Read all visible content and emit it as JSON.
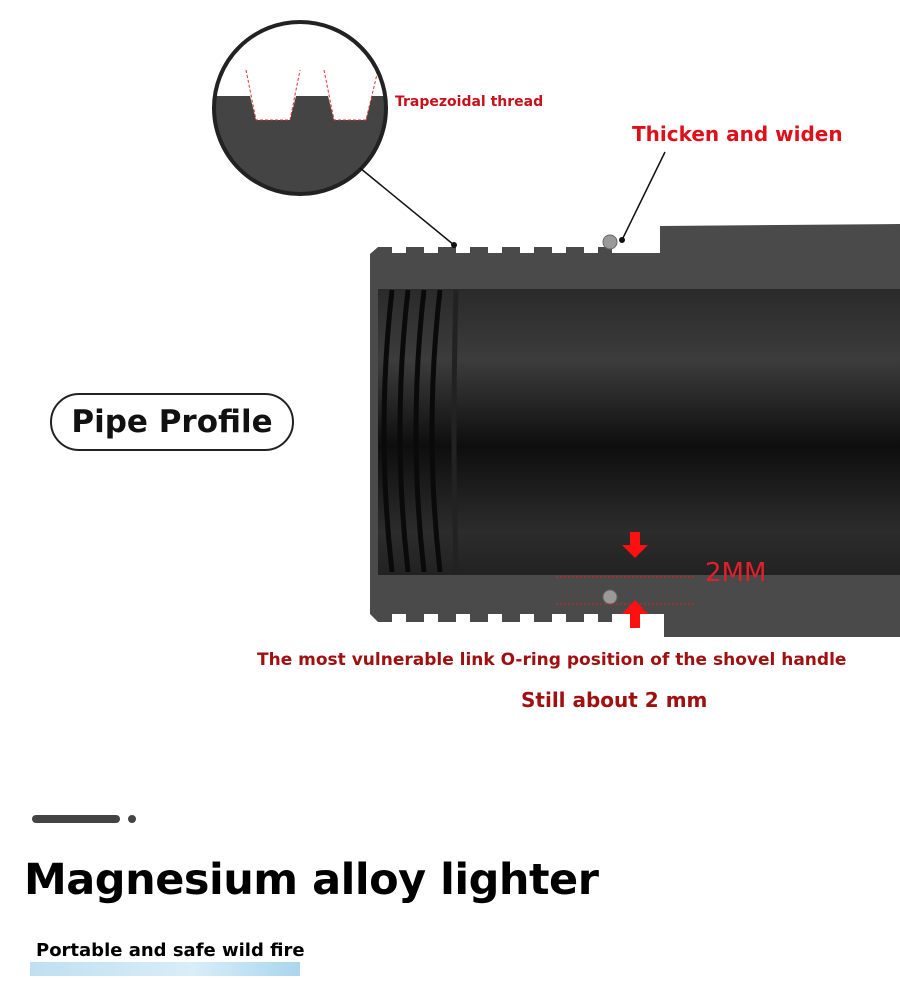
{
  "callouts": {
    "trapezoidal_thread": "Trapezoidal thread",
    "thicken_widen": "Thicken and widen",
    "thickness": "2MM",
    "vulnerable_link": "The most vulnerable link O-ring position of the shovel handle",
    "still_about": "Still about 2 mm"
  },
  "badge": "Pipe Profile",
  "title": "Magnesium alloy lighter",
  "subtitle": "Portable and safe wild fire",
  "colors": {
    "accent_red": "#c8101a",
    "pipe": "#4a4a4a",
    "bore": "#1a1a1a"
  }
}
